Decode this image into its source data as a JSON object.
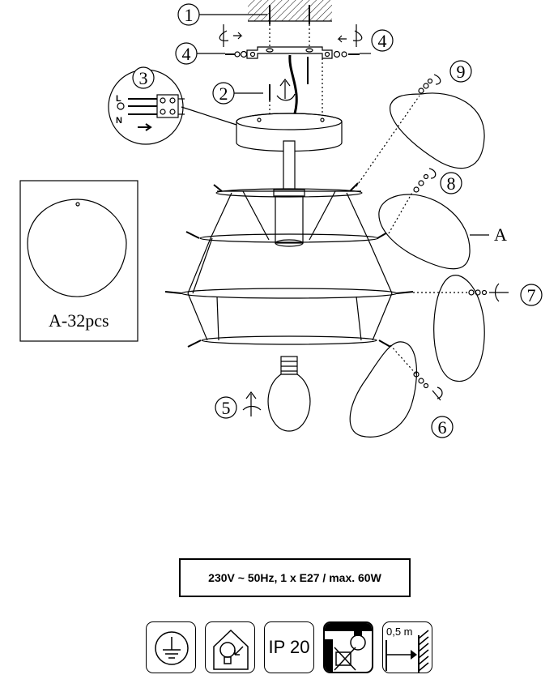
{
  "callouts": {
    "c1": "1",
    "c2": "2",
    "c3": "3",
    "c4a": "4",
    "c4b": "4",
    "c5": "5",
    "c6": "6",
    "c7": "7",
    "c8": "8",
    "c9": "9",
    "part_a": "A"
  },
  "wiring": {
    "live": "L",
    "neutral": "N"
  },
  "parts_box": {
    "label": "A-32pcs"
  },
  "spec": {
    "text": "230V ~ 50Hz, 1 x E27 / max. 60W"
  },
  "icons": {
    "ip_rating": "IP 20",
    "distance": "0,5 m"
  }
}
